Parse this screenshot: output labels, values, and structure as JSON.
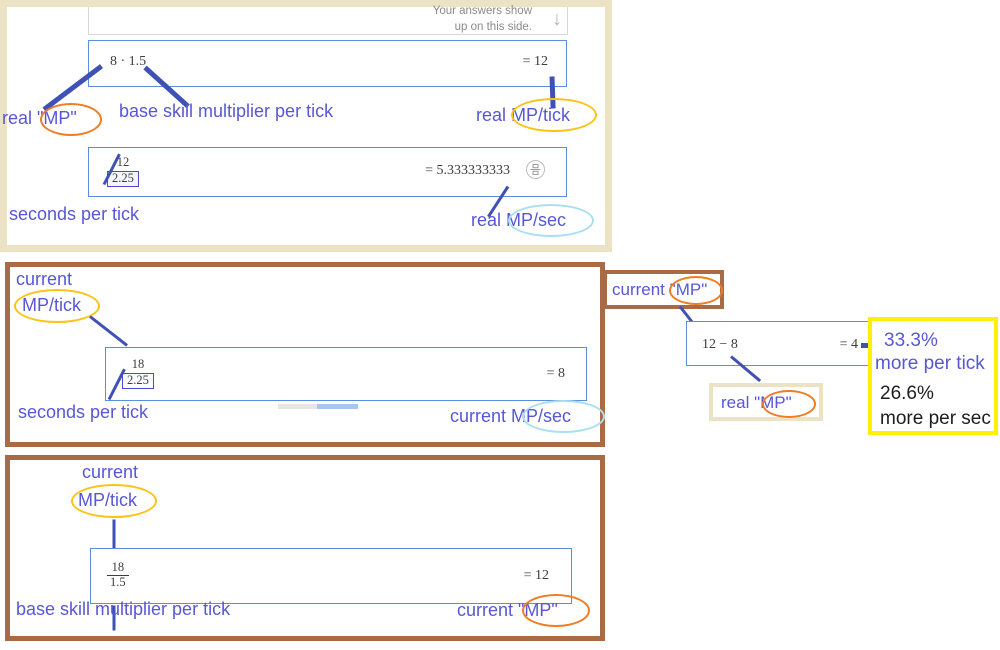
{
  "panels": {
    "top": {
      "hint_line1": "Your answers show",
      "hint_line2": "up on this side.",
      "arrow_icon": "arrow-down-icon",
      "row1": {
        "expression": "8 · 1.5",
        "result": "= 12",
        "annotation_left": "real",
        "annotation_left_circled": "\"MP\"",
        "annotation_mid": "base skill multiplier per tick",
        "annotation_right": "real",
        "annotation_right_circled": "MP/tick"
      },
      "row2": {
        "frac_numerator": "12",
        "frac_denominator": "2.25",
        "result": "= 5.333333333",
        "toggle_icon": "fraction-toggle-icon",
        "annotation_left": "seconds per tick",
        "annotation_right": "real",
        "annotation_right_circled": "MP/sec"
      }
    },
    "middle_left": {
      "annotation_top_line1": "current",
      "annotation_top_circled": "MP/tick",
      "frac_numerator": "18",
      "frac_denominator": "2.25",
      "result": "= 8",
      "annotation_bottom_left": "seconds per tick",
      "annotation_bottom_right": "current",
      "annotation_bottom_right_circled": "MP/sec"
    },
    "bottom_left": {
      "annotation_top_line1": "current",
      "annotation_top_circled": "MP/tick",
      "frac_numerator": "18",
      "frac_denominator": "1.5",
      "result": "= 12",
      "annotation_bottom_left": "base skill multiplier per tick",
      "annotation_bottom_right": "current",
      "annotation_bottom_right_circled": "\"MP\""
    },
    "right": {
      "tag_current_label": "current",
      "tag_current_circled": "\"MP\"",
      "expression": "12 − 8",
      "result": "= 4",
      "tag_real_label": "real",
      "tag_real_circled": "\"MP\"",
      "summary": {
        "pct_tick": "33.3%",
        "pct_tick_label": "more per tick",
        "pct_sec": "26.6%",
        "pct_sec_label": "more per sec"
      }
    }
  },
  "colors": {
    "annotation_blue": "#5757d6",
    "calc_border_blue": "#5b8ede",
    "ellipse_orange": "#f07c23",
    "ellipse_yellow": "#fcc216",
    "ellipse_cyan": "#a9dff0",
    "panel_brown": "#a96b46",
    "panel_cream": "#ece3c4",
    "panel_yellow": "#fdf007"
  }
}
